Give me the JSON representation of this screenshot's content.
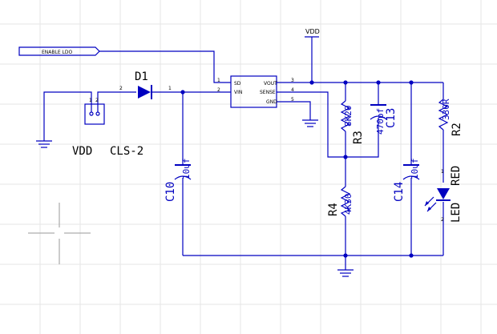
{
  "net_labels": {
    "vdd_top": "VDD",
    "enable": "ENABLE LDO"
  },
  "connector": {
    "ref": "VDD",
    "value": "CLS-2",
    "pins": [
      "1",
      "2"
    ]
  },
  "diode": {
    "ref": "D1",
    "pins": [
      "2",
      "1"
    ]
  },
  "regulator": {
    "pins_left": [
      {
        "number": "1",
        "name": "SD"
      },
      {
        "number": "2",
        "name": "VIN"
      }
    ],
    "pins_right": [
      {
        "number": "3",
        "name": "VOUT"
      },
      {
        "number": "4",
        "name": "SENSE"
      },
      {
        "number": "5",
        "name": "GND"
      }
    ]
  },
  "components": {
    "c10": {
      "ref": "C10",
      "value": "10uf"
    },
    "r3": {
      "ref": "R3",
      "value": "8K20"
    },
    "c13": {
      "ref": "C13",
      "value": "470pf"
    },
    "r4": {
      "ref": "R4",
      "value": "4K30"
    },
    "c14": {
      "ref": "C14",
      "value": "10uf"
    },
    "r2": {
      "ref": "R2",
      "value": "330R"
    },
    "led": {
      "ref": "LED",
      "value": "RED"
    }
  },
  "colors": {
    "wire": "#0000c0",
    "background": "#ffffff",
    "text": "#000000",
    "grid": "#e6e6e6"
  }
}
